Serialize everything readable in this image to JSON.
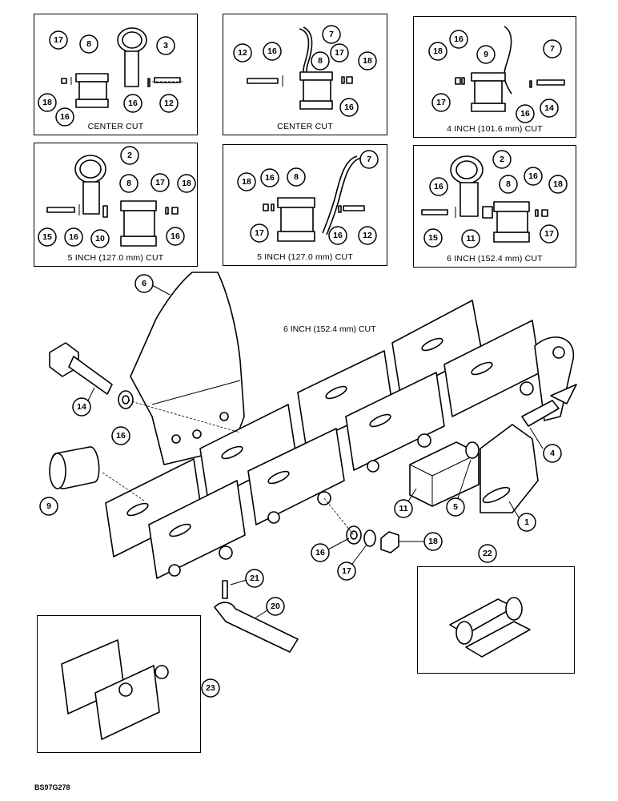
{
  "panels": [
    {
      "id": "p1",
      "caption": "CENTER CUT",
      "callouts": [
        "17",
        "8",
        "3",
        "18",
        "16",
        "16",
        "12"
      ]
    },
    {
      "id": "p2",
      "caption": "CENTER CUT",
      "callouts": [
        "7",
        "12",
        "16",
        "8",
        "17",
        "18",
        "16"
      ]
    },
    {
      "id": "p3",
      "caption": "4 INCH (101.6 mm) CUT",
      "callouts": [
        "16",
        "7",
        "18",
        "9",
        "17",
        "16",
        "14"
      ]
    },
    {
      "id": "p4",
      "caption": "5 INCH (127.0 mm) CUT",
      "callouts": [
        "2",
        "8",
        "17",
        "18",
        "15",
        "16",
        "10",
        "16"
      ]
    },
    {
      "id": "p5",
      "caption": "5 INCH (127.0 mm) CUT",
      "callouts": [
        "7",
        "18",
        "16",
        "8",
        "17",
        "16",
        "12"
      ]
    },
    {
      "id": "p6",
      "caption": "6 INCH (152.4 mm) CUT",
      "callouts": [
        "2",
        "16",
        "8",
        "16",
        "18",
        "15",
        "11",
        "17"
      ]
    }
  ],
  "main_caption": "6 INCH (152.4 mm) CUT",
  "main_callouts": [
    "6",
    "14",
    "16",
    "9",
    "4",
    "11",
    "5",
    "1",
    "18",
    "16",
    "17",
    "21",
    "20",
    "22",
    "23"
  ],
  "footer_code": "BS97G278"
}
